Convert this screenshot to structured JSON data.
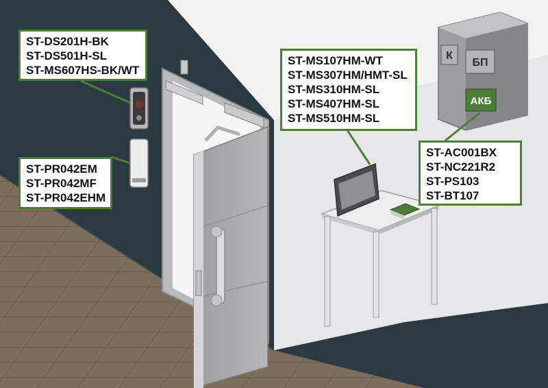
{
  "callouts": {
    "intercom": {
      "lines": [
        "ST-DS201H-BK",
        "ST-DS501H-SL",
        "ST-MS607HS-BK/WT"
      ]
    },
    "reader": {
      "lines": [
        "ST-PR042EM",
        "ST-PR042MF",
        "ST-PR042EHM"
      ]
    },
    "monitor": {
      "lines": [
        "ST-MS107HM-WT",
        "ST-MS307HM/HMT-SL",
        "ST-MS310HM-SL",
        "ST-MS407HM-SL",
        "ST-MS510HM-SL"
      ]
    },
    "power": {
      "lines": [
        "ST-AC001BX",
        "ST-NC221R2",
        "ST-PS103",
        "ST-BT107"
      ]
    }
  },
  "cabinet": {
    "k_label": "К",
    "bp_label": "БП",
    "akb_label": "АКБ"
  },
  "colors": {
    "wall_dark": "#2b3a40",
    "wall_light": "#e8e8e9",
    "floor": "#7b6b59",
    "accent_green": "#4e7d3a",
    "door_metal": "#a7a8aa"
  },
  "icons": [
    "video-doorbell-icon",
    "proximity-reader-icon",
    "indoor-monitor-icon",
    "door-closer-icon",
    "electromagnetic-lock-icon"
  ]
}
